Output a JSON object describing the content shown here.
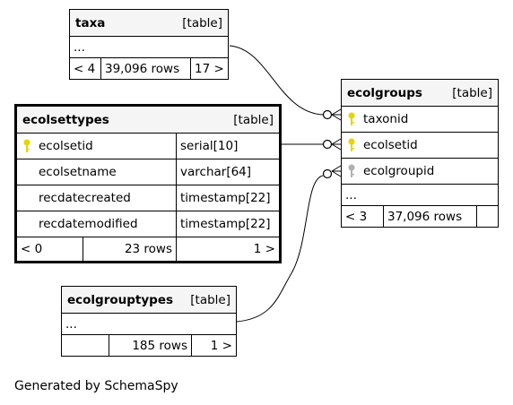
{
  "tables": {
    "taxa": {
      "name": "taxa",
      "kind": "[table]",
      "ellipsis": "...",
      "footer": [
        "< 4",
        "39,096 rows",
        "17 >"
      ]
    },
    "ecolsettypes": {
      "name": "ecolsettypes",
      "kind": "[table]",
      "columns": [
        {
          "name": "ecolsetid",
          "type": "serial[10]",
          "key": "primary-key-icon"
        },
        {
          "name": "ecolsetname",
          "type": "varchar[64]"
        },
        {
          "name": "recdatecreated",
          "type": "timestamp[22]"
        },
        {
          "name": "recdatemodified",
          "type": "timestamp[22]"
        }
      ],
      "footer": [
        "< 0",
        "23 rows",
        "1 >"
      ]
    },
    "ecolgroups": {
      "name": "ecolgroups",
      "kind": "[table]",
      "columns": [
        {
          "name": "taxonid",
          "key": "primary-key-icon"
        },
        {
          "name": "ecolsetid",
          "key": "primary-key-icon"
        },
        {
          "name": "ecolgroupid",
          "key": "foreign-key-icon"
        }
      ],
      "ellipsis": "...",
      "footer": [
        "< 3",
        "37,096 rows",
        ""
      ]
    },
    "ecolgrouptypes": {
      "name": "ecolgrouptypes",
      "kind": "[table]",
      "ellipsis": "...",
      "footer": [
        "",
        "185 rows",
        "1 >"
      ]
    }
  },
  "colors": {
    "primary_key": "#e8d400",
    "foreign_key": "#b0b0b0",
    "header_bg": "#f5f5f5"
  },
  "generated_by": "Generated by SchemaSpy"
}
